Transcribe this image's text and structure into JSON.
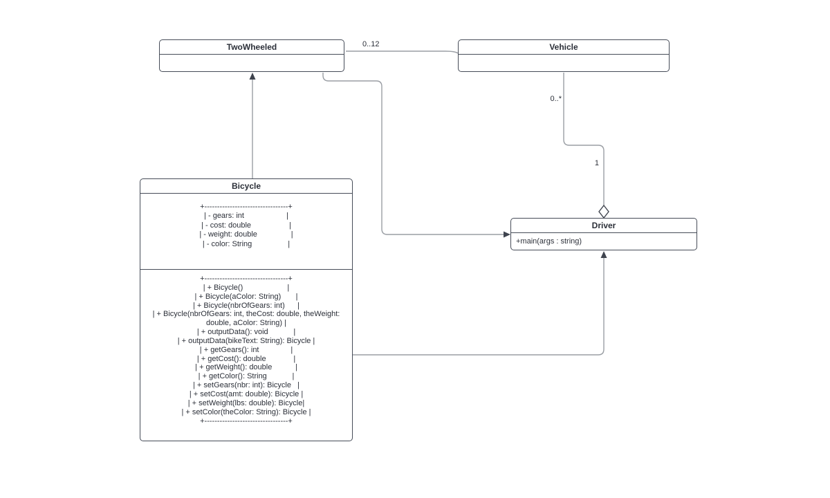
{
  "diagram": {
    "classes": {
      "two_wheeled": {
        "title": "TwoWheeled"
      },
      "vehicle": {
        "title": "Vehicle"
      },
      "bicycle": {
        "title": "Bicycle",
        "attribute_lines": [
          "+---------------------------------+",
          "| - gears: int                    |",
          "| - cost: double                  |",
          "| - weight: double                |",
          "| - color: String                 |"
        ],
        "method_lines": [
          "+---------------------------------+",
          "| + Bicycle()                     |",
          "| + Bicycle(aColor: String)       |",
          "| + Bicycle(nbrOfGears: int)      |",
          "| + Bicycle(nbrOfGears: int, theCost: double, theWeight:",
          "double, aColor: String) |",
          "| + outputData(): void            |",
          "| + outputData(bikeText: String): Bicycle |",
          "| + getGears(): int               |",
          "| + getCost(): double             |",
          "| + getWeight(): double           |",
          "| + getColor(): String            |",
          "| + setGears(nbr: int): Bicycle   |",
          "| + setCost(amt: double): Bicycle |",
          "| + setWeight(lbs: double): Bicycle|",
          "| + setColor(theColor: String): Bicycle |",
          "+---------------------------------+"
        ]
      },
      "driver": {
        "title": "Driver",
        "method": "+main(args : string)"
      }
    },
    "labels": {
      "two_wheeled_vehicle_multiplicity": "0..12",
      "vehicle_multiplicity": "0..*",
      "driver_multiplicity": "1"
    },
    "colors": {
      "box_border": "#454b57",
      "text": "#2b2f38",
      "connector_line": "#9a9ea4",
      "arrowhead": "#3f444e",
      "background": "#ffffff"
    }
  }
}
